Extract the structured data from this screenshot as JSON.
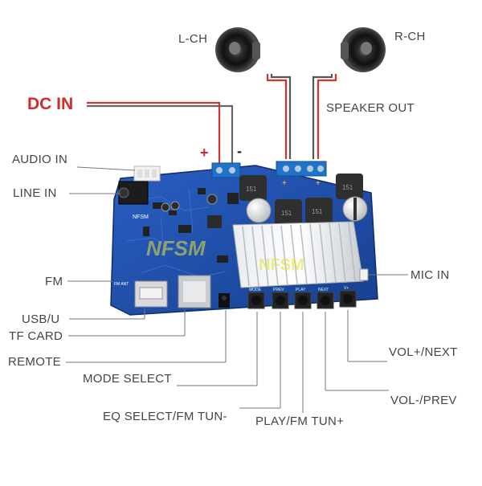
{
  "labels": {
    "l_ch": "L-CH",
    "r_ch": "R-CH",
    "dc_in": "DC IN",
    "plus": "+",
    "minus": "-",
    "speaker_out": "SPEAKER OUT",
    "audio_in": "AUDIO IN",
    "line_in": "LINE IN",
    "fm": "FM",
    "usb_u": "USB/U",
    "tf_card": "TF CARD",
    "remote": "REMOTE",
    "mode_select": "MODE SELECT",
    "eq_select": "EQ SELECT/FM TUN-",
    "play": "PLAY/FM TUN+",
    "vol_prev": "VOL-/PREV",
    "vol_next": "VOL+/NEXT",
    "mic_in": "MIC IN"
  },
  "board": {
    "watermark_left": "NFSM",
    "watermark_right": "NFSM",
    "silk_nfsm": "NFSM",
    "silk_fm_ant": "FM ANT",
    "cap_label": "151",
    "button_labels": [
      "MODE",
      "PREV",
      "PLAY",
      "NEXT",
      "V+"
    ]
  },
  "colors": {
    "dc_in": "#d32a2a",
    "pcb": "#1b4aa0",
    "terminal": "#1f73c9",
    "label": "#444444",
    "leader": "#777777"
  }
}
